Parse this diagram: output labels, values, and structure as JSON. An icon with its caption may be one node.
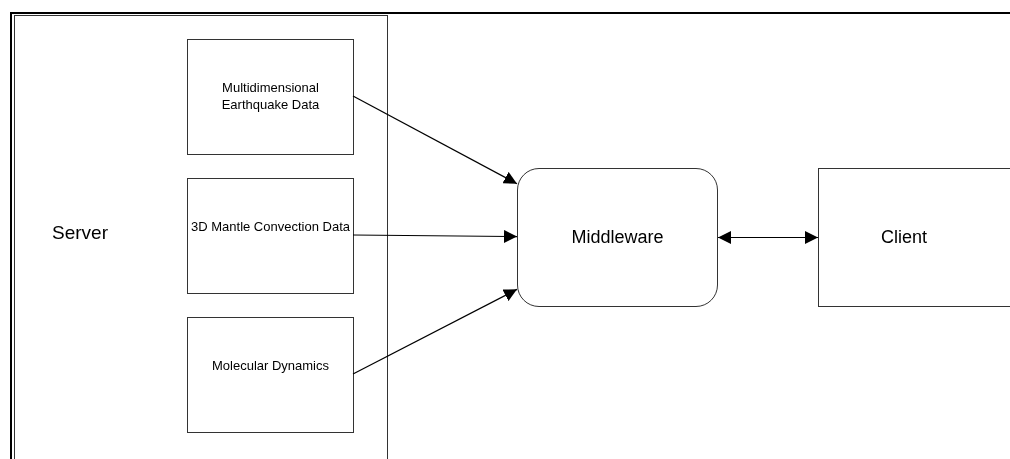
{
  "diagram": {
    "nodes": [
      {
        "text": [
          "Server"
        ]
      },
      {
        "text": [
          "Multidimensional Earthquake Data"
        ],
        "in": 0
      },
      {
        "text": [
          "3D Mantle Convection Data"
        ],
        "in": 0
      },
      {
        "text": [
          "Molecular Dynamics"
        ],
        "in": 0
      },
      {
        "text": [
          "Middleware"
        ]
      },
      {
        "text": [
          "Client"
        ]
      }
    ],
    "edges": [
      {
        "from": 1,
        "to": 4,
        "arrow": "to"
      },
      {
        "from": 2,
        "to": 4,
        "arrow": "to"
      },
      {
        "from": 3,
        "to": 4,
        "arrow": "to"
      },
      {
        "from": 4,
        "to": 5,
        "arrow": "both"
      }
    ]
  }
}
